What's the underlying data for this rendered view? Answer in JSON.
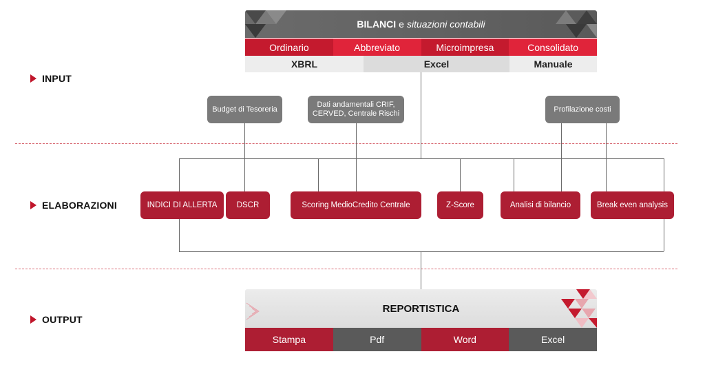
{
  "sections": {
    "input": "INPUT",
    "elaborazioni": "ELABORAZIONI",
    "output": "OUTPUT"
  },
  "input_block": {
    "title_bold": "BILANCI",
    "title_mid": "e",
    "title_italic": "situazioni contabili",
    "types": [
      "Ordinario",
      "Abbreviato",
      "Microimpresa",
      "Consolidato"
    ],
    "formats": [
      "XBRL",
      "Excel",
      "Manuale"
    ]
  },
  "sources": {
    "budget": "Budget di Tesoreria",
    "dati": "Dati andamentali CRIF, CERVED, Centrale Rischi",
    "profilazione": "Profilazione costi"
  },
  "elaborazioni": {
    "indici": "INDICI DI ALLERTA",
    "dscr": "DSCR",
    "scoring": "Scoring MedioCredito Centrale",
    "zscore": "Z-Score",
    "analisi": "Analisi di bilancio",
    "breakeven": "Break even analysis"
  },
  "output_block": {
    "title": "REPORTISTICA",
    "formats": [
      "Stampa",
      "Pdf",
      "Word",
      "Excel"
    ]
  },
  "colors": {
    "red": "#ad1e33",
    "bright_red": "#c0152a",
    "gray_box": "#7a7a7a",
    "dark_gray": "#5a5a5a"
  }
}
